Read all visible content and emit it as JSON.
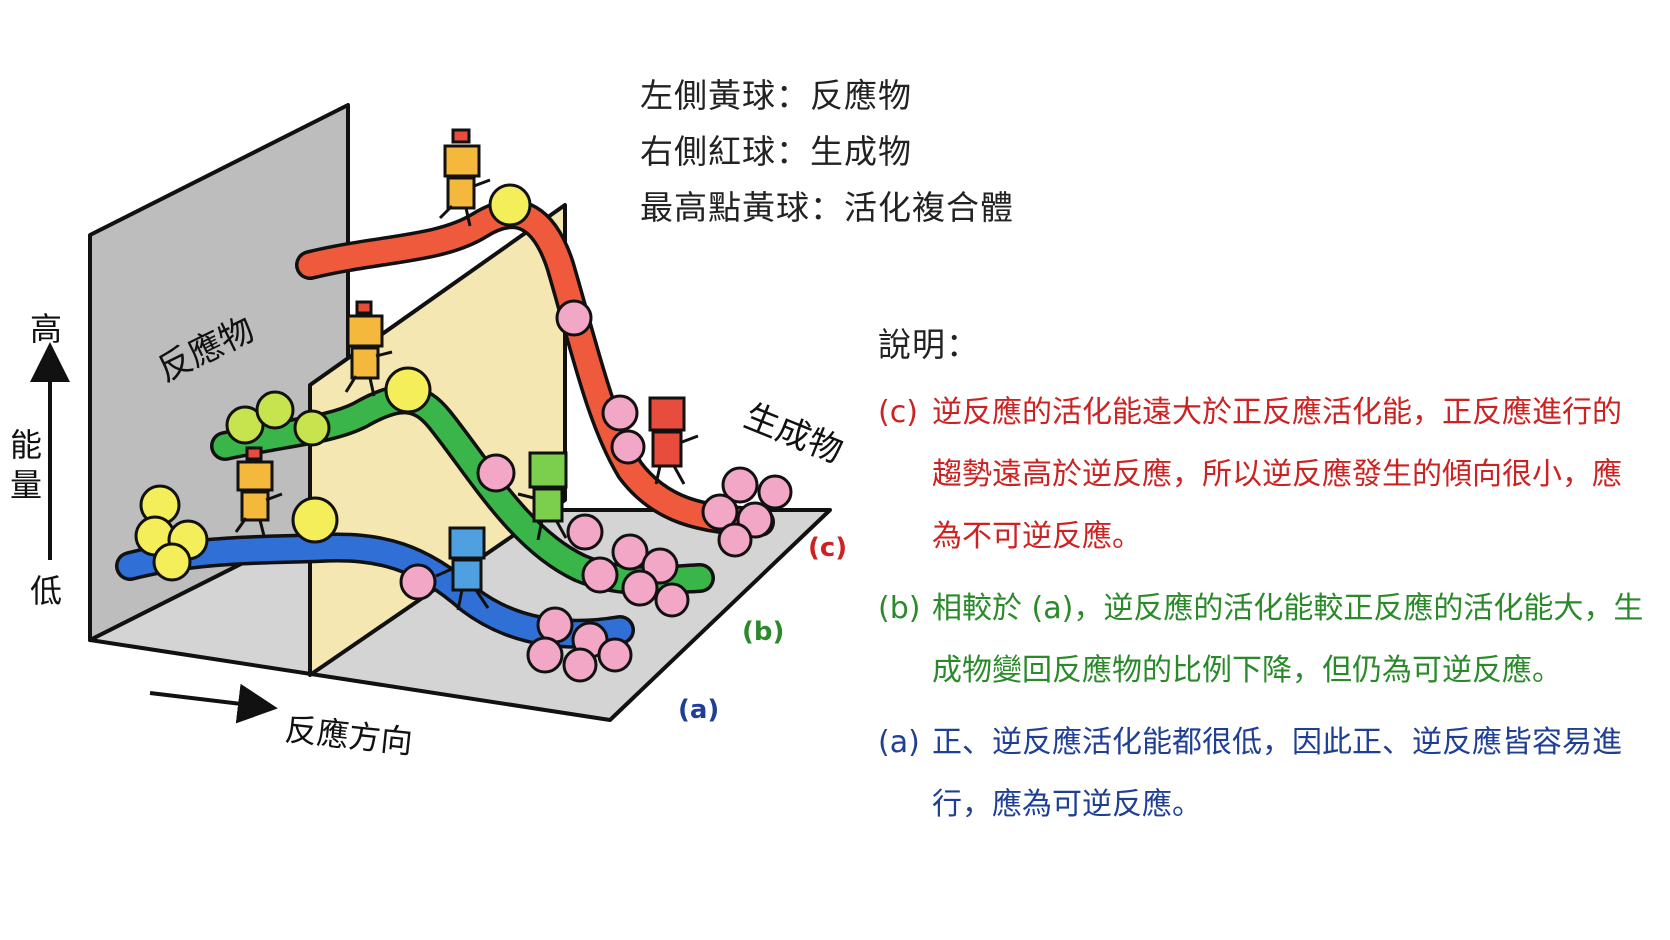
{
  "axis": {
    "high": "高",
    "energy": "能量",
    "low": "低",
    "direction": "反應方向"
  },
  "walls": {
    "reactants": "反應物",
    "products": "生成物"
  },
  "curve_labels": {
    "c": "(c)",
    "b": "(b)",
    "a": "(a)"
  },
  "curve_colors": {
    "c": "#ef5a3c",
    "b": "#39b54a",
    "a": "#2f6fd6"
  },
  "legend": [
    "左側黃球：反應物",
    "右側紅球：生成物",
    "最高點黃球：活化複合體"
  ],
  "explanation": {
    "title": "說明：",
    "items": [
      {
        "tag": "(c)",
        "text": "逆反應的活化能遠大於正反應活化能，正反應進行的趨勢遠高於逆反應，所以逆反應發生的傾向很小，應為不可逆反應。"
      },
      {
        "tag": "(b)",
        "text": "相較於 (a)，逆反應的活化能較正反應的活化能大，生成物變回反應物的比例下降，但仍為可逆反應。"
      },
      {
        "tag": "(a)",
        "text": "正、逆反應活化能都很低，因此正、逆反應皆容易進行，應為可逆反應。"
      }
    ]
  }
}
